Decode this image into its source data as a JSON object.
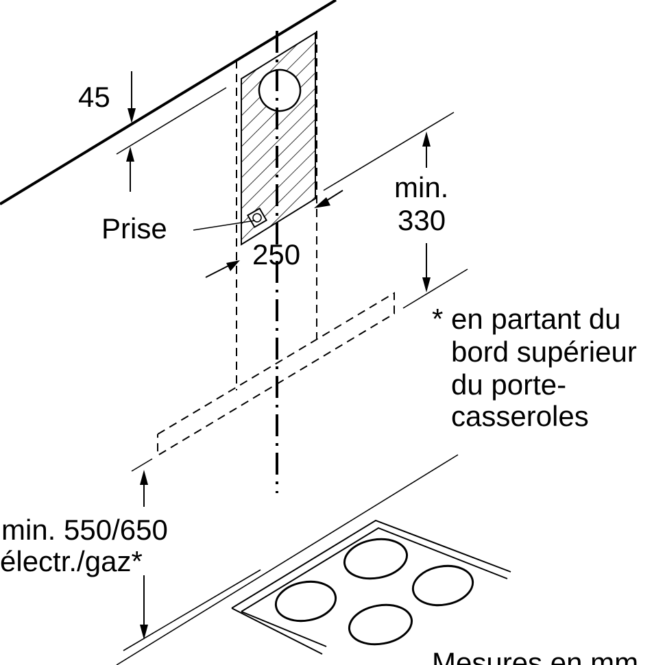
{
  "labels": {
    "dim_top": "45",
    "socket": "Prise",
    "width": "250",
    "min_clearance_line1": "min.",
    "min_clearance_line2": "330",
    "note_line1": "* en partant du",
    "note_line2": "bord supérieur",
    "note_line3": "du porte-",
    "note_line4": "casseroles",
    "height_line1": "min. 550/650",
    "height_line2": "électr./gaz*",
    "units": "Mesures en mm"
  },
  "colors": {
    "ink": "#000000",
    "background": "#ffffff"
  },
  "icons": {
    "socket": "power-socket-icon",
    "arrow": "dimension-arrow-icon"
  }
}
